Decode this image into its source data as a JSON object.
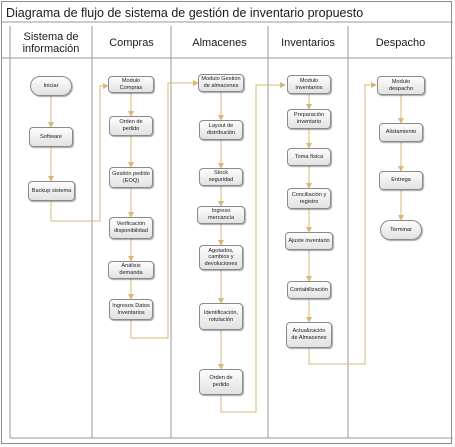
{
  "title": "Diagrama de flujo de sistema de gestión de inventario propuesto",
  "lanes": [
    {
      "label": "Sistema de información"
    },
    {
      "label": "Compras"
    },
    {
      "label": "Almacenes"
    },
    {
      "label": "Inventarios"
    },
    {
      "label": "Despacho"
    }
  ],
  "nodes": {
    "iniciar": "Iniciar",
    "software": "Software",
    "backup": "Backup sistema",
    "modulo_compras": "Modulo Compras",
    "orden_pedido_1": "Orden de pedido",
    "gestion_pedido": "Gestión pedido (EOQ)",
    "verificacion": "Verificación disponibilidad",
    "analisis": "Análisis demanda",
    "ingresos_datos": "Ingresos Datos Inventarios",
    "modulo_almacenes": "Modulo Gestión de almacenes",
    "layout": "Layout de distribución",
    "stock": "Stock seguridad",
    "ingreso_mercancia": "Ingreso mercancía",
    "agotados": "Agotados, cambios y devoluciones",
    "identificacion": "Identificación, rotulación",
    "orden_pedido_2": "Orden de pedido",
    "modulo_inventarios": "Modulo inventarios",
    "preparacion": "Preparación inventario",
    "toma_fisica": "Toma física",
    "conciliacion": "Conciliación y registro",
    "ajuste": "Ajuste inventario",
    "contabilizacion": "Contabilización",
    "actualizacion": "Actualización de Almacenes",
    "modulo_despacho": "Modulo despacho",
    "alistamiento": "Alistamiento",
    "entrega": "Entrega",
    "terminar": "Terminar"
  },
  "colors": {
    "connector": "#d9b978",
    "lane_divider": "#9a9a9a",
    "node_border": "#8a8a8a"
  }
}
